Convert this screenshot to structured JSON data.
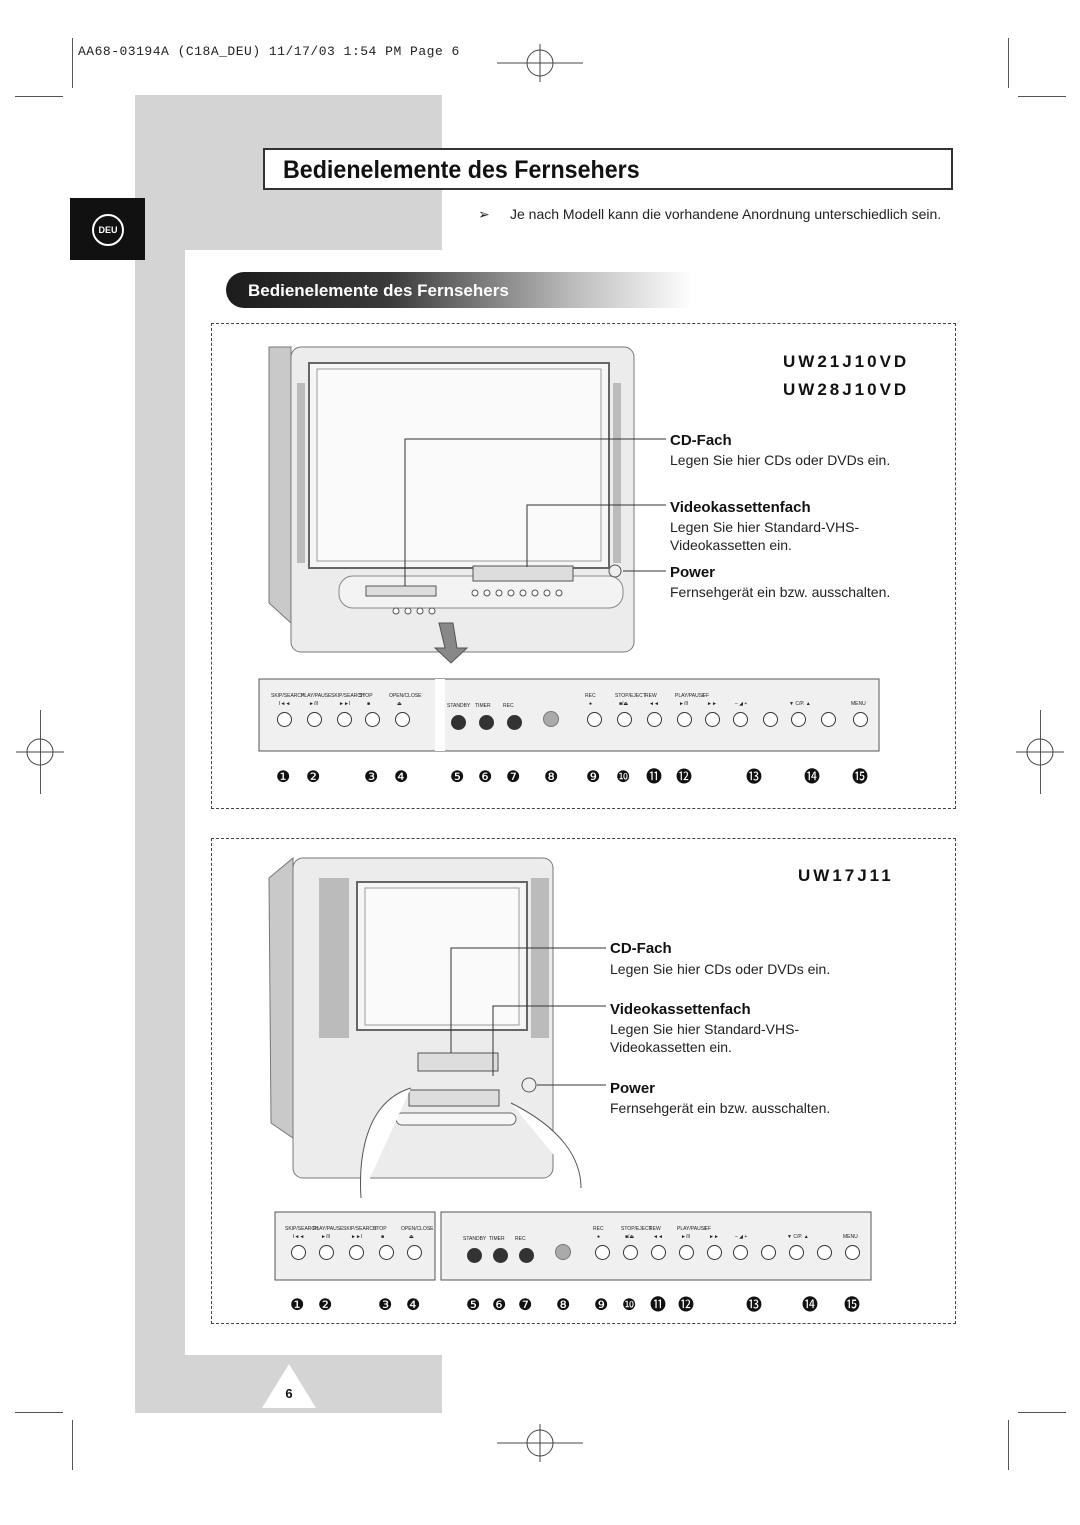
{
  "print_header": "AA68-03194A (C18A_DEU)   11/17/03  1:54 PM  Page 6",
  "page_title": "Bedienelemente des Fernsehers",
  "language_tab": "DEU",
  "note": {
    "icon": "arrow-right-icon",
    "text": "Je nach Modell kann die vorhandene Anordnung unterschiedlich sein."
  },
  "section_heading": "Bedienelemente des Fernsehers",
  "panel1": {
    "models": [
      "UW21J10VD",
      "UW28J10VD"
    ],
    "callouts": [
      {
        "title": "CD-Fach",
        "text": "Legen Sie hier CDs oder DVDs ein."
      },
      {
        "title": "Videokassettenfach",
        "text": "Legen Sie hier Standard-VHS- Videokassetten ein."
      },
      {
        "title": "Power",
        "text": "Fernsehgerät ein bzw. ausschalten."
      }
    ]
  },
  "panel2": {
    "models": [
      "UW17J11"
    ],
    "callouts": [
      {
        "title": "CD-Fach",
        "text": "Legen Sie hier CDs oder DVDs ein."
      },
      {
        "title": "Videokassettenfach",
        "text": "Legen Sie hier Standard-VHS- Videokassetten ein."
      },
      {
        "title": "Power",
        "text": "Fernsehgerät ein bzw. ausschalten."
      }
    ]
  },
  "control_strip": {
    "group_a_labels": [
      "SKIP/SEARCH",
      "PLAY/PAUSE",
      "SKIP/SEARCH",
      "STOP",
      "OPEN/CLOSE"
    ],
    "group_a_symbols": [
      "I◄◄",
      "►/II",
      "►►I",
      "■",
      "⏏"
    ],
    "group_b_labels": [
      "STANDBY",
      "TIMER",
      "REC"
    ],
    "group_c_labels": [
      "REC",
      "STOP/EJECT",
      "REW",
      "PLAY/PAUSE",
      "FF"
    ],
    "group_c_symbols": [
      "●",
      "■/⏏",
      "◄◄",
      "►/II",
      "►►"
    ],
    "volume_label": "–  ◢  +",
    "channel_label": "▼  C/P.  ▲",
    "menu_label": "MENU"
  },
  "callout_numbers": [
    "❶",
    "❷",
    "❸",
    "❹",
    "❺",
    "❻",
    "❼",
    "❽",
    "❾",
    "❿",
    "⓫",
    "⓬",
    "⓭",
    "⓮",
    "⓯"
  ],
  "page_number": "6"
}
